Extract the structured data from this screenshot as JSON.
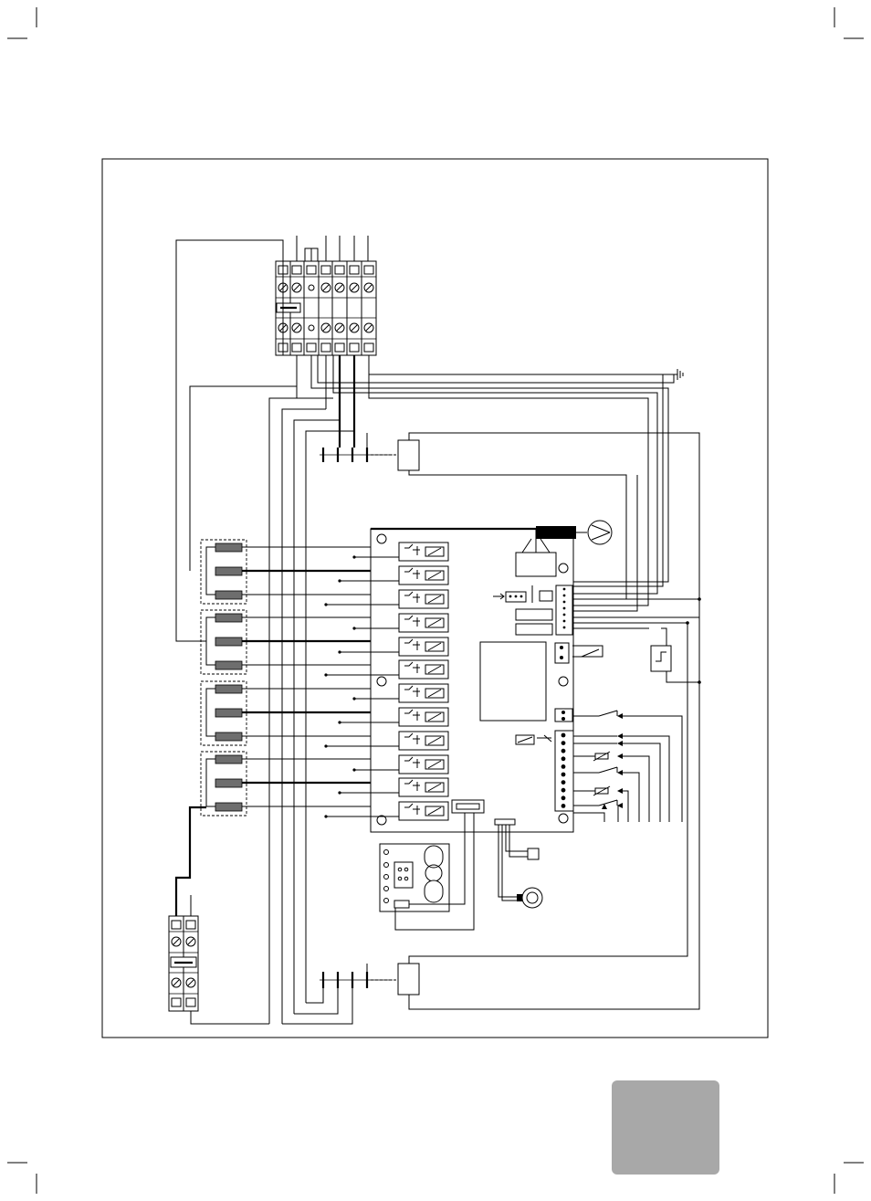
{
  "page": {
    "background": "#ffffff",
    "line_color": "#000000",
    "heater_color": "#6e6e6e",
    "tab_color": "#a8a8a8"
  },
  "diagram": {
    "main_terminal_block": {
      "poles": 7
    },
    "lower_terminal_block": {
      "poles": 2
    },
    "control_board": {
      "relay_count": 12,
      "terminal_strip_count": 10
    },
    "heater_groups": 4,
    "heaters_per_group": 3,
    "symbols": [
      "pump-icon",
      "ground-icon",
      "thermostat-icon",
      "display-module",
      "flow-sensor-icon",
      "valve-icon"
    ]
  }
}
